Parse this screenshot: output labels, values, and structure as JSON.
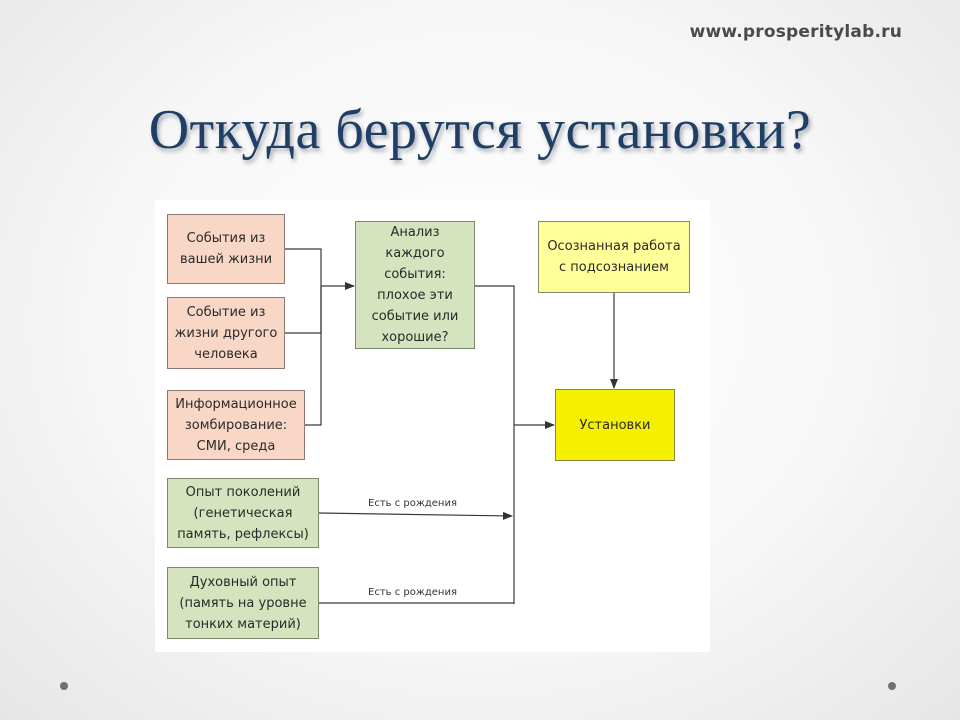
{
  "header": {
    "site_url": "www.prosperitylab.ru",
    "title": "Откуда берутся установки?"
  },
  "diagram": {
    "sources": {
      "own_events": "События из\nвашей жизни",
      "other_events": "Событие из\nжизни другого\nчеловека",
      "info_zombie": "Информационное\nзомбирование:\nСМИ, среда",
      "generations": "Опыт поколений\n(генетическая\nпамять, рефлексы)",
      "spiritual": "Духовный опыт\n(память на уровне\nтонких материй)"
    },
    "analysis": "Анализ\nкаждого\nсобытия:\nплохое эти\nсобытие или\nхорошие?",
    "conscious_work": "Осознанная работа\nс подсознанием",
    "beliefs": "Установки",
    "edge_labels": {
      "generations": "Есть с рождения",
      "spiritual": "Есть с рождения"
    }
  },
  "colors": {
    "title": "#1f3f66",
    "source_pink": "#f8d7c6",
    "source_green": "#d6e3bf",
    "conscious_work": "#ffff99",
    "beliefs": "#f5f000"
  }
}
